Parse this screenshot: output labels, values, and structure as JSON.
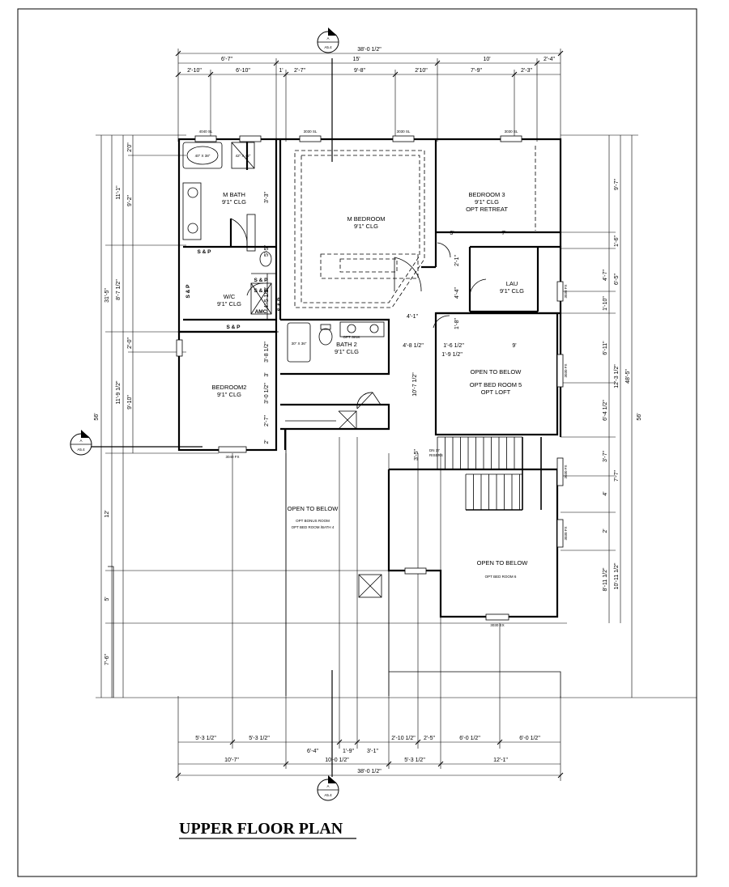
{
  "title": "UPPER FLOOR PLAN",
  "section_markers": {
    "top": {
      "letter": "A",
      "sheet": "A5.4"
    },
    "bottom": {
      "letter": "A",
      "sheet": "A5.4"
    },
    "left": {
      "letter": "A",
      "sheet": "A5.4"
    }
  },
  "rooms": {
    "m_bath": {
      "name": "M BATH",
      "ceiling": "9'1\" CLG"
    },
    "m_bedroom": {
      "name": "M BEDROOM",
      "ceiling": "9'1\" CLG"
    },
    "bedroom3": {
      "name": "BEDROOM 3",
      "ceiling": "9'1\" CLG",
      "note": "OPT RETREAT"
    },
    "lau": {
      "name": "LAU",
      "ceiling": "9'1\" CLG"
    },
    "wc": {
      "name": "W/C",
      "ceiling": "9'1\" CLG"
    },
    "bath2": {
      "name": "BATH 2",
      "ceiling": "9'1\" CLG"
    },
    "bedroom2": {
      "name": "BEDROOM2",
      "ceiling": "9'1\" CLG"
    },
    "open1": {
      "name": "OPEN TO BELOW",
      "l2": "OPT BED ROOM 5",
      "l3": "OPT LOFT"
    },
    "open2": {
      "name": "OPEN TO BELOW",
      "l2": "OPT BONUS ROOM",
      "l3": "OPT BED ROOM /BATH 4"
    },
    "open3": {
      "name": "OPEN TO BELOW",
      "l2": "OPT BED ROOM 6"
    }
  },
  "labels": {
    "sp": "S & P",
    "amc": "AMC",
    "tub": "40\" X 38\"",
    "shower": "42\" X 42\"",
    "bath2_tub": "30\" X 36\"",
    "opt_sink": "OPT SINK",
    "win_4040": "4040 SL",
    "win_3030": "3030 SL",
    "win_3040": "3040 FX",
    "win_3030fx": "3030 FX",
    "dn": "DN 17",
    "risers": "RISERS",
    "ex": "3030 EX"
  },
  "dims_top": {
    "overall": "38'-0 1/2\"",
    "a": "6'-7\"",
    "b": "15'",
    "c": "10'",
    "d": "2'-4\"",
    "e": "2'-10\"",
    "f": "6'-10\"",
    "g": "1'",
    "h": "2'-7\"",
    "i": "9'-8\"",
    "j": "2'10\"",
    "k": "7'-9\"",
    "l": "2'-3\""
  },
  "dims_bottom": {
    "overall": "38'-0 1/2\"",
    "a": "10'-7\"",
    "b": "10'-0 1/2\"",
    "c": "5'-3 1/2\"",
    "d": "12'-1\"",
    "e": "5'-3 1/2\"",
    "f": "5'-3 1/2\"",
    "g": "6'-4\"",
    "h": "1'-9\"",
    "i": "3'-1\"",
    "j": "2'-10 1/2\"",
    "k": "2'-5\"",
    "l": "6'-0 1/2\"",
    "m": "6'-0 1/2\""
  },
  "dims_left": {
    "overall": "56'",
    "a": "31'-5\"",
    "b": "11'-1\"",
    "c": "8'-7 1/2\"",
    "d": "11'-9 1/2\"",
    "e": "12'",
    "f": "5'",
    "g": "7'-6\"",
    "h": "2'0\"",
    "i": "9'-2\"",
    "j": "2'-0\"",
    "k": "9'-10\""
  },
  "dims_right": {
    "overall": "56'",
    "a": "48'-5\"",
    "b": "9'-7\"",
    "c": "1'-6\"",
    "d": "6'-5\"",
    "e": "4'-7\"",
    "f": "1'-10\"",
    "g": "12'-3 1/2\"",
    "h": "6'-11\"",
    "i": "6'-4 1/2\"",
    "j": "7'-7\"",
    "k": "3'-7\"",
    "l": "4'",
    "m": "2'",
    "n": "10'-11 1/2\"",
    "o": "8'-11 1/2\""
  },
  "dims_interior": {
    "a": "3'",
    "b": "7'",
    "c": "2'-1\"",
    "d": "4'-4\"",
    "e": "4'-1\"",
    "f": "1'-8\"",
    "g": "4'-8 1/2\"",
    "h": "1'-9 1/2\"",
    "i": "1'-6 1/2\"",
    "j": "9'",
    "k": "10'-7 1/2\"",
    "l": "3'-5\"",
    "m": "5'-5\"",
    "n": "3'-3\"",
    "o": "4'-5 1/2\"",
    "p": "3'-8 1/2\"",
    "q": "3'-0 1/2\"",
    "r": "2'-7\"",
    "s": "2'",
    "t": "3'"
  }
}
